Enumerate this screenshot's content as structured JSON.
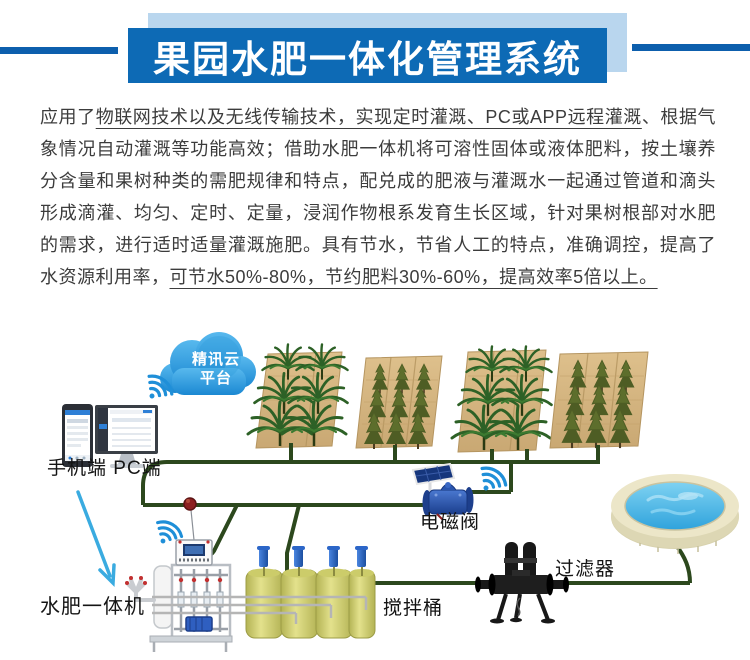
{
  "header": {
    "title": "果园水肥一体化管理系统",
    "banner_color": "#0d6ab5",
    "shadow_color": "#b9d6ee",
    "rule_color": "#0d5fad"
  },
  "intro": {
    "segments": [
      {
        "t": "应用了",
        "u": false
      },
      {
        "t": "物联网技术以及无线传输技术，实现定时灌溉、PC或APP远程灌溉",
        "u": true
      },
      {
        "t": "、根据气象情况自动灌溉等功能高效；借助水肥一体机将可溶性固体或液体肥料，按土壤养分含量和果树种类的需肥规律和特点，配兑成的肥液与灌溉水一起通过管道和滴头形成滴灌、均匀、定时、定量，浸润作物根系发育生长区域，针对果树根部对水肥的需求，进行适时适量灌溉施肥。具有节水，节省人工的特点，准确调控，提高了水资源利用率，",
        "u": false
      },
      {
        "t": "可节水50%-80%，节约肥料30%-60%，提高效率5倍以上。",
        "u": true
      }
    ]
  },
  "diagram": {
    "cloud": {
      "line1": "精讯云",
      "line2": "平台"
    },
    "labels": {
      "clients": "手机端 PC端",
      "valve": "电磁阀",
      "filter": "过滤器",
      "mixer": "搅拌桶",
      "machine": "水肥一体机"
    },
    "colors": {
      "pipe_green": "#2c481d",
      "wifi_blue": "#1f8fd8",
      "arrow_blue": "#3aabe0",
      "cloud_blue": "#1f8cd4",
      "tank_yellow": "#d6d678",
      "pool_water": "#4ab4e2",
      "pool_rim": "#ece6c8",
      "valve_blue": "#2a55ae",
      "soil_tan": "#d3b27e"
    }
  }
}
